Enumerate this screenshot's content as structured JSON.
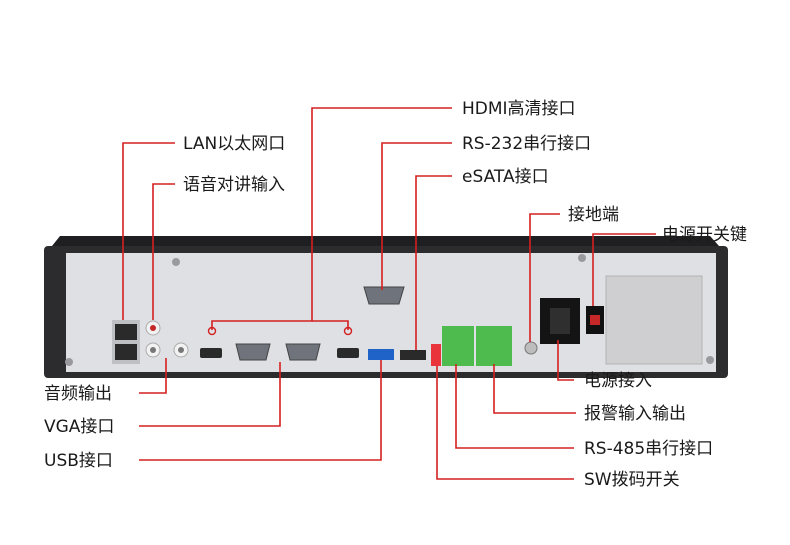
{
  "colors": {
    "leader": "#d42020",
    "chassis": "#2c2c2e",
    "panel": "#dfe0e3",
    "terminal_green": "#4dbb4d",
    "usb_blue": "#1f63c8",
    "sw_red": "#e8343a",
    "text": "#1a1a1a"
  },
  "labels": {
    "hdmi": "HDMI高清接口",
    "lan": "LAN以太网口",
    "rs232": "RS-232串行接口",
    "intercom": "语音对讲输入",
    "esata": "eSATA接口",
    "ground": "接地端",
    "power_switch": "电源开关键",
    "audio_out": "音频输出",
    "vga": "VGA接口",
    "usb": "USB接口",
    "power_in": "电源接入",
    "alarm": "报警输入输出",
    "rs485": "RS-485串行接口",
    "sw": "SW拨码开关"
  }
}
